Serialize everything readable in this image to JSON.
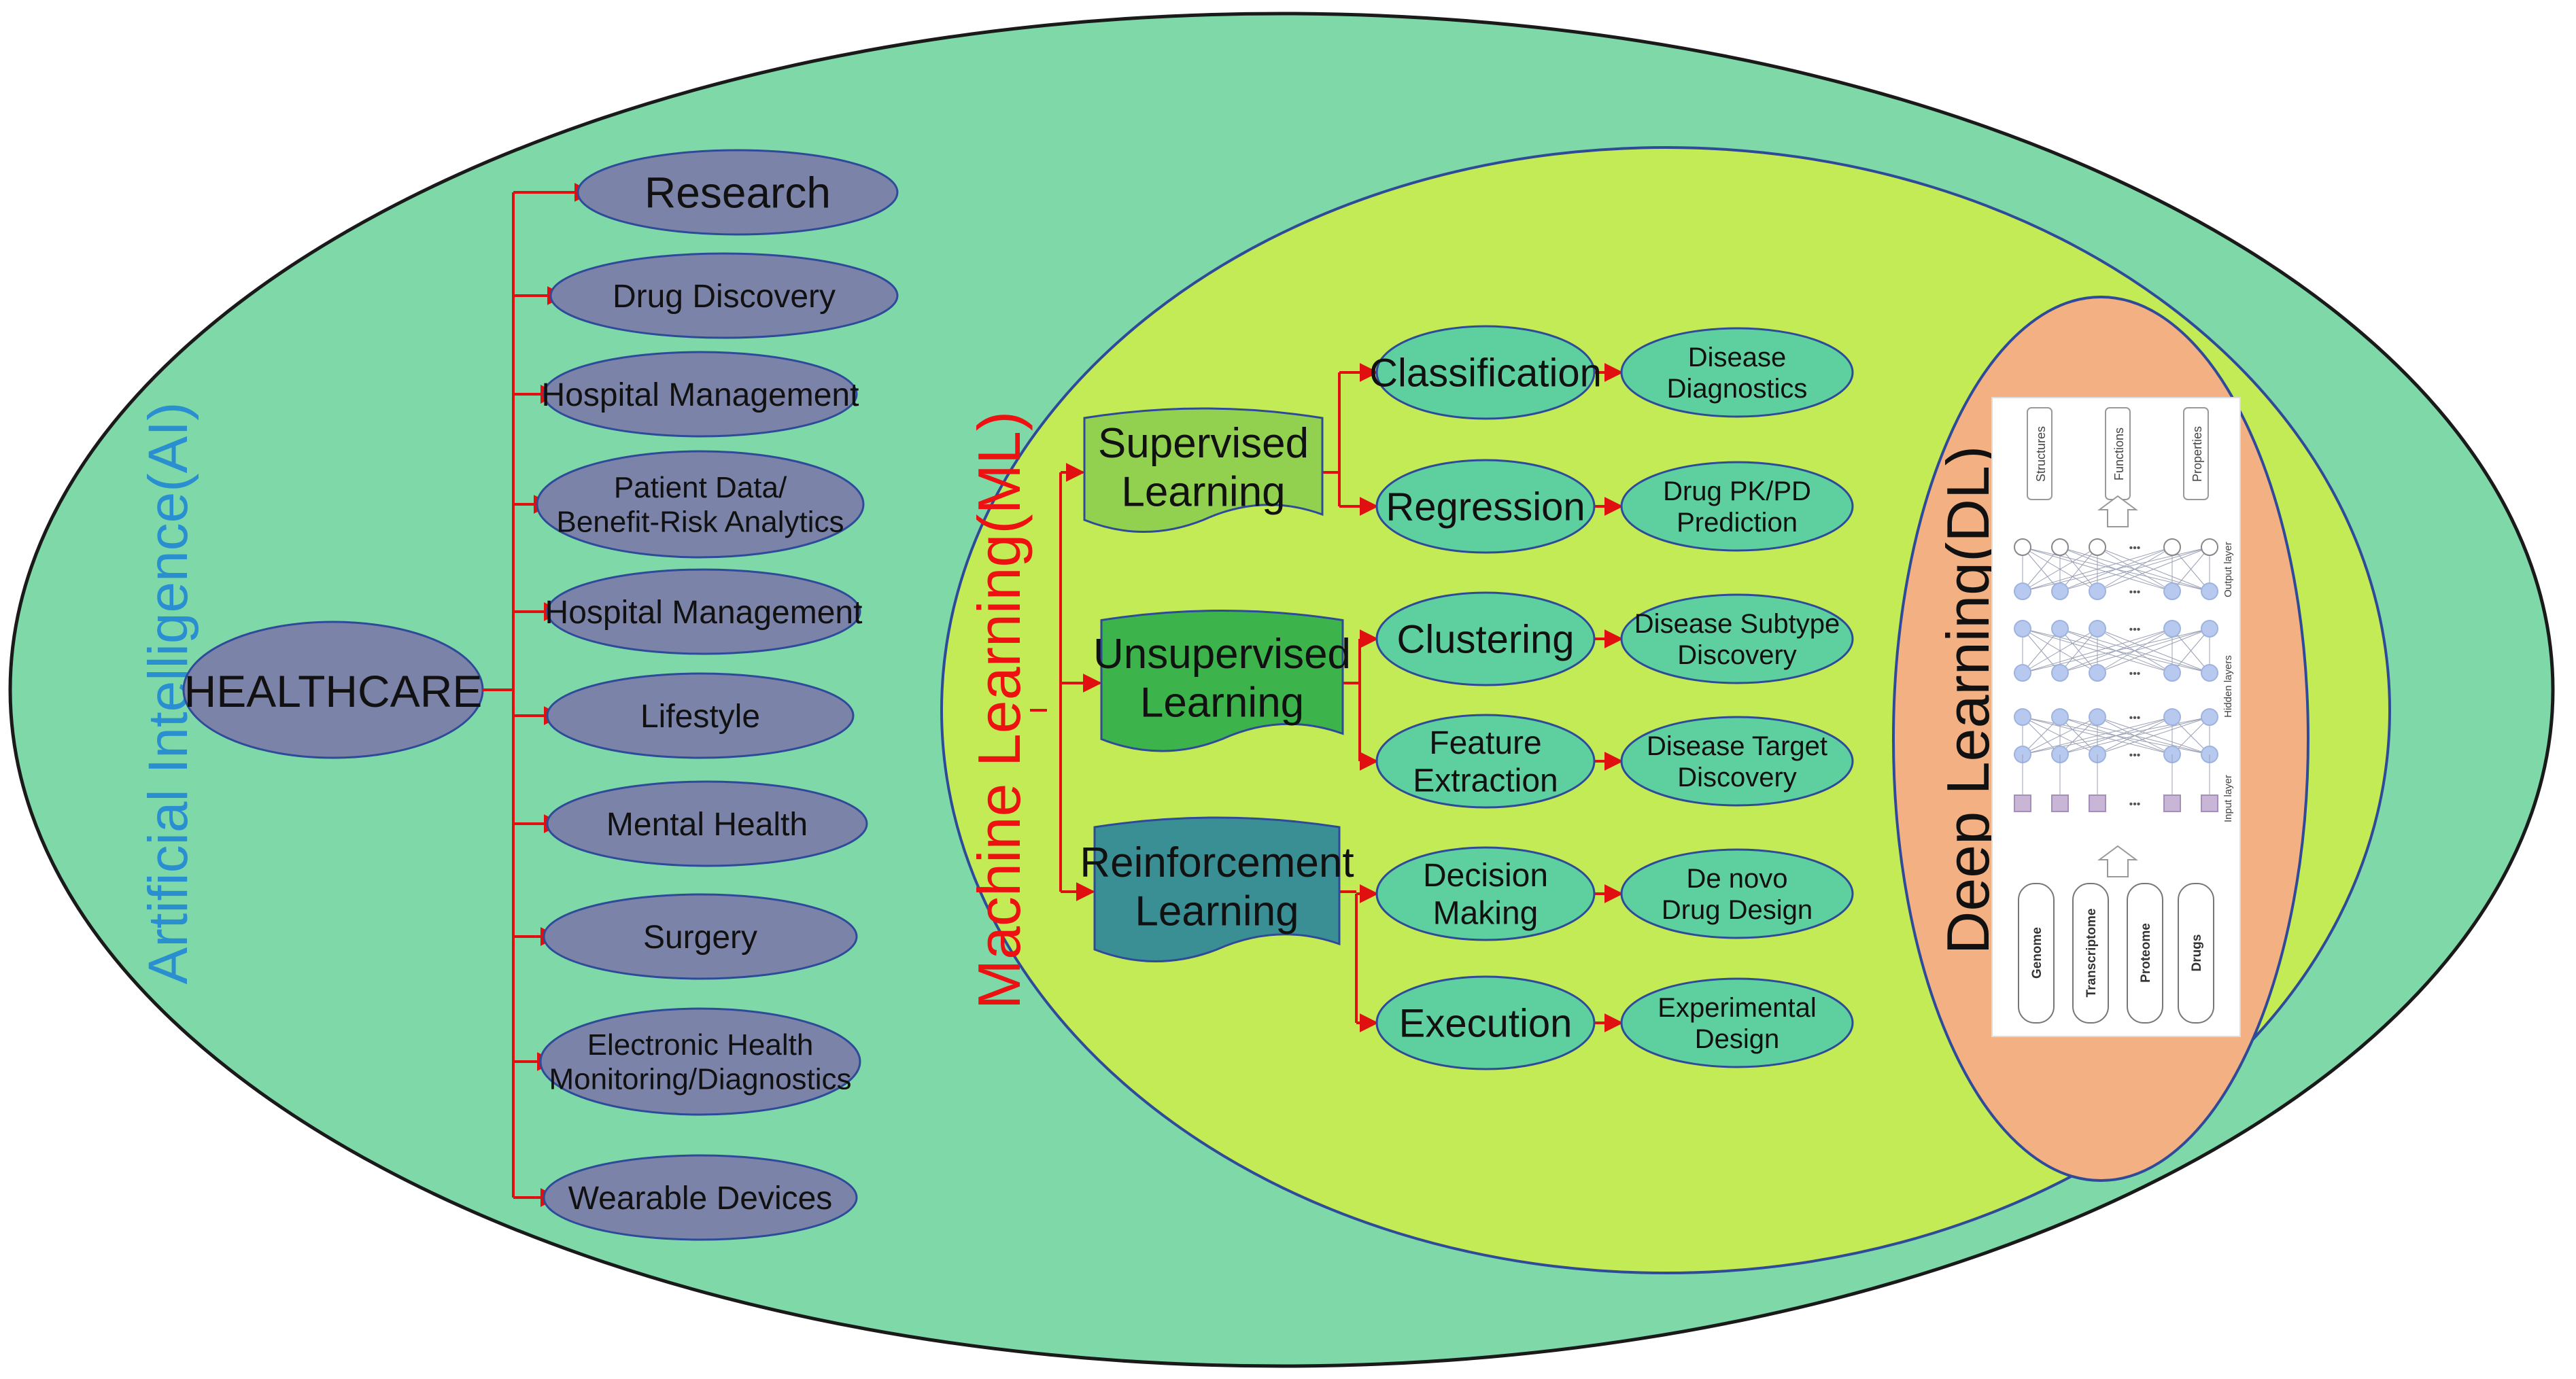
{
  "ai": {
    "label": "Artificial Intelligence(AI)"
  },
  "healthcare": {
    "center_label": "HEALTHCARE",
    "applications": [
      [
        "Research"
      ],
      [
        "Drug Discovery"
      ],
      [
        "Hospital Management"
      ],
      [
        "Patient Data/",
        "Benefit-Risk Analytics"
      ],
      [
        "Hospital Management"
      ],
      [
        "Lifestyle"
      ],
      [
        "Mental Health"
      ],
      [
        "Surgery"
      ],
      [
        "Electronic Health",
        "Monitoring/Diagnostics"
      ],
      [
        "Wearable Devices"
      ]
    ]
  },
  "ml": {
    "label": "Machine Learning(ML)",
    "categories": [
      {
        "name": [
          "Supervised",
          "Learning"
        ],
        "color": "#92d050",
        "methods": [
          {
            "name": [
              "Classification"
            ],
            "app": [
              "Disease",
              "Diagnostics"
            ]
          },
          {
            "name": [
              "Regression"
            ],
            "app": [
              "Drug PK/PD",
              "Prediction"
            ]
          }
        ]
      },
      {
        "name": [
          "Unsupervised",
          "Learning"
        ],
        "color": "#3cb44b",
        "methods": [
          {
            "name": [
              "Clustering"
            ],
            "app": [
              "Disease Subtype",
              "Discovery"
            ]
          },
          {
            "name": [
              "Feature",
              "Extraction"
            ],
            "app": [
              "Disease Target",
              "Discovery"
            ]
          }
        ]
      },
      {
        "name": [
          "Reinforcement",
          "Learning"
        ],
        "color": "#3a8f95",
        "methods": [
          {
            "name": [
              "Decision",
              "Making"
            ],
            "app": [
              "De novo",
              "Drug Design"
            ]
          },
          {
            "name": [
              "Execution"
            ],
            "app": [
              "Experimental",
              "Design"
            ]
          }
        ]
      }
    ]
  },
  "dl": {
    "label": "Deep Learning(DL)",
    "network": {
      "output_labels": [
        "Structures",
        "Functions",
        "Properties"
      ],
      "input_labels": [
        "Genome",
        "Transcriptome",
        "Proteome",
        "Drugs"
      ],
      "layer_labels": [
        "Output layer",
        "Hidden layers",
        "Input layer"
      ],
      "ellipsis": "•••"
    }
  },
  "colors": {
    "ai_fill": "#7fd8a8",
    "ml_fill": "#c3eb55",
    "dl_fill": "#f2b083",
    "app_fill": "#7b83a8",
    "method_fill": "#5ecf9e",
    "outline": "#2e4a99",
    "arrow": "#e01010",
    "ai_text": "#2a8fd0",
    "ml_text": "#ee1111"
  }
}
